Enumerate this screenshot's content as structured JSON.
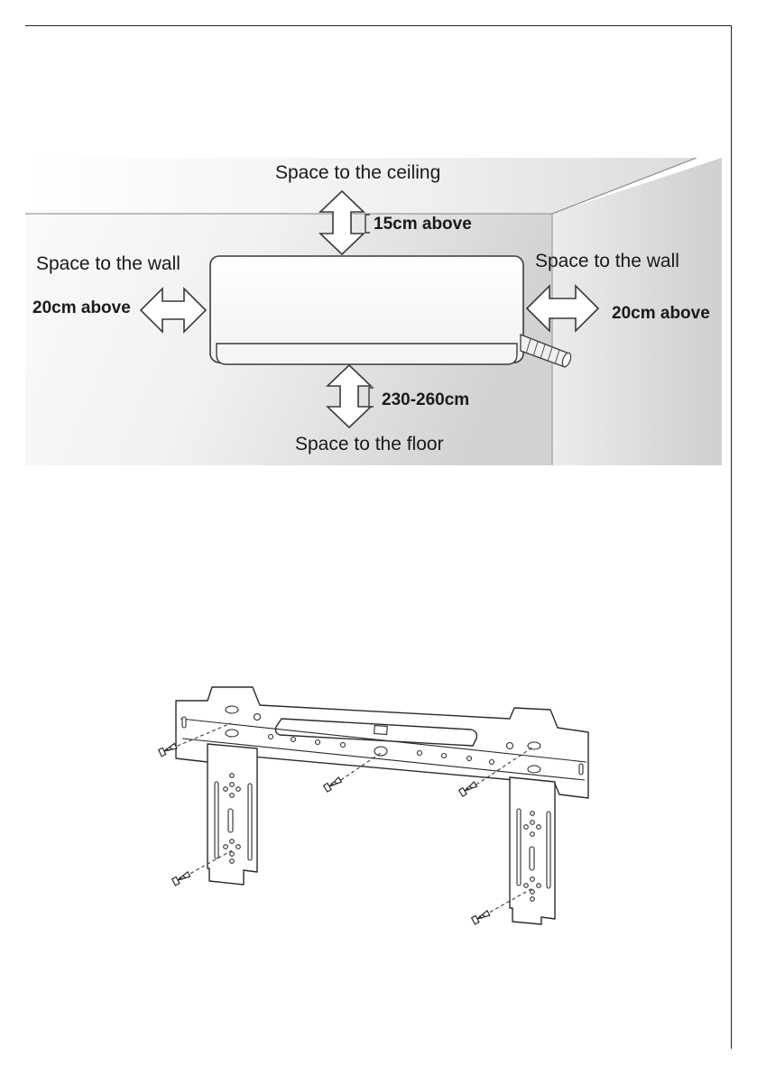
{
  "clearance_diagram": {
    "ceiling": {
      "label": "Space to the ceiling",
      "distance": "15cm above"
    },
    "left_wall": {
      "label": "Space to the wall",
      "distance": "20cm above"
    },
    "right_wall": {
      "label": "Space to the wall",
      "distance": "20cm above"
    },
    "floor": {
      "label": "Space to the floor",
      "distance": "230-260cm"
    }
  },
  "colors": {
    "wall_light": "#f4f4f4",
    "wall_dark": "#c8c8c8",
    "line": "#3a3a3a",
    "text": "#1a1a1a"
  },
  "icons": [
    "double-arrow-icon",
    "screw-icon",
    "mounting-plate"
  ]
}
